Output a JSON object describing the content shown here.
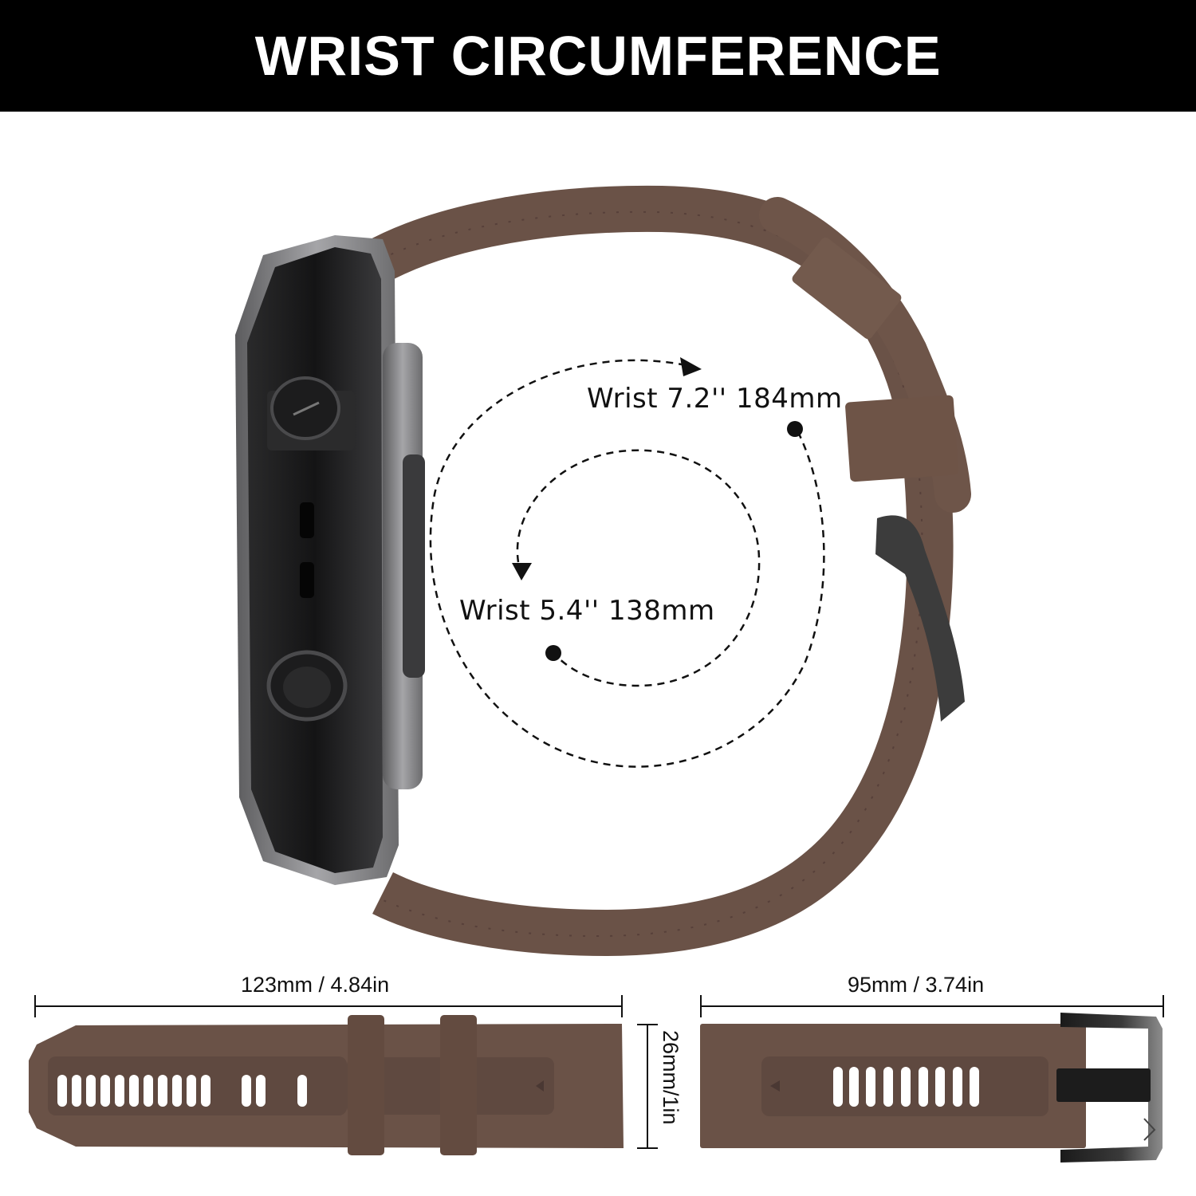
{
  "header": {
    "title": "WRIST CIRCUMFERENCE",
    "background": "#000000",
    "text_color": "#ffffff"
  },
  "circumference": {
    "max": {
      "label": "Wrist 7.2'' 184mm",
      "inches": 7.2,
      "mm": 184
    },
    "min": {
      "label": "Wrist 5.4'' 138mm",
      "inches": 5.4,
      "mm": 138
    }
  },
  "straps": {
    "long_strap": {
      "length_label": "123mm / 4.84in",
      "length_mm": 123,
      "length_in": 4.84,
      "holes": 14
    },
    "short_strap": {
      "length_label": "95mm / 3.74in",
      "length_mm": 95,
      "length_in": 3.74,
      "holes": 9
    },
    "width_label": "26mm/1in"
  },
  "colors": {
    "strap_brown": "#6a5247",
    "strap_dark": "#5a4339",
    "watch_black": "#1b1b1c",
    "watch_steel": "#8a8a8c",
    "buckle_black": "#2a2a2a"
  }
}
